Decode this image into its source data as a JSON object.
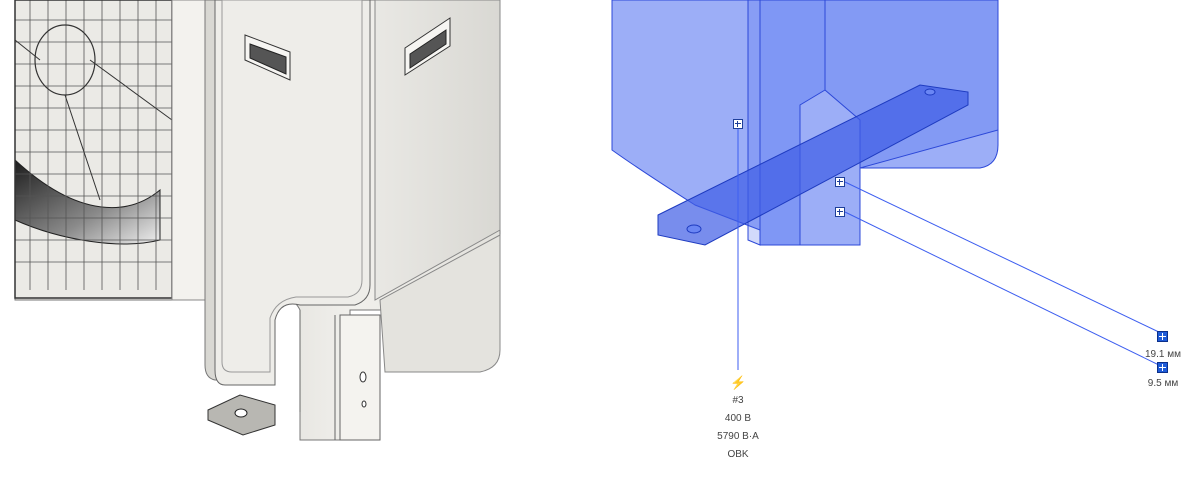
{
  "connector": {
    "icon": "electrical-connector-icon",
    "circuit": "#3",
    "voltage": "400 В",
    "power": "5790 В·A",
    "system": "OBK"
  },
  "dimensions": [
    {
      "value": "19.1 мм"
    },
    {
      "value": "9.5 мм"
    }
  ],
  "colors": {
    "selection": "#3d5ef0",
    "grip": "#1e5bd8",
    "unit_body": "#eceae6"
  }
}
